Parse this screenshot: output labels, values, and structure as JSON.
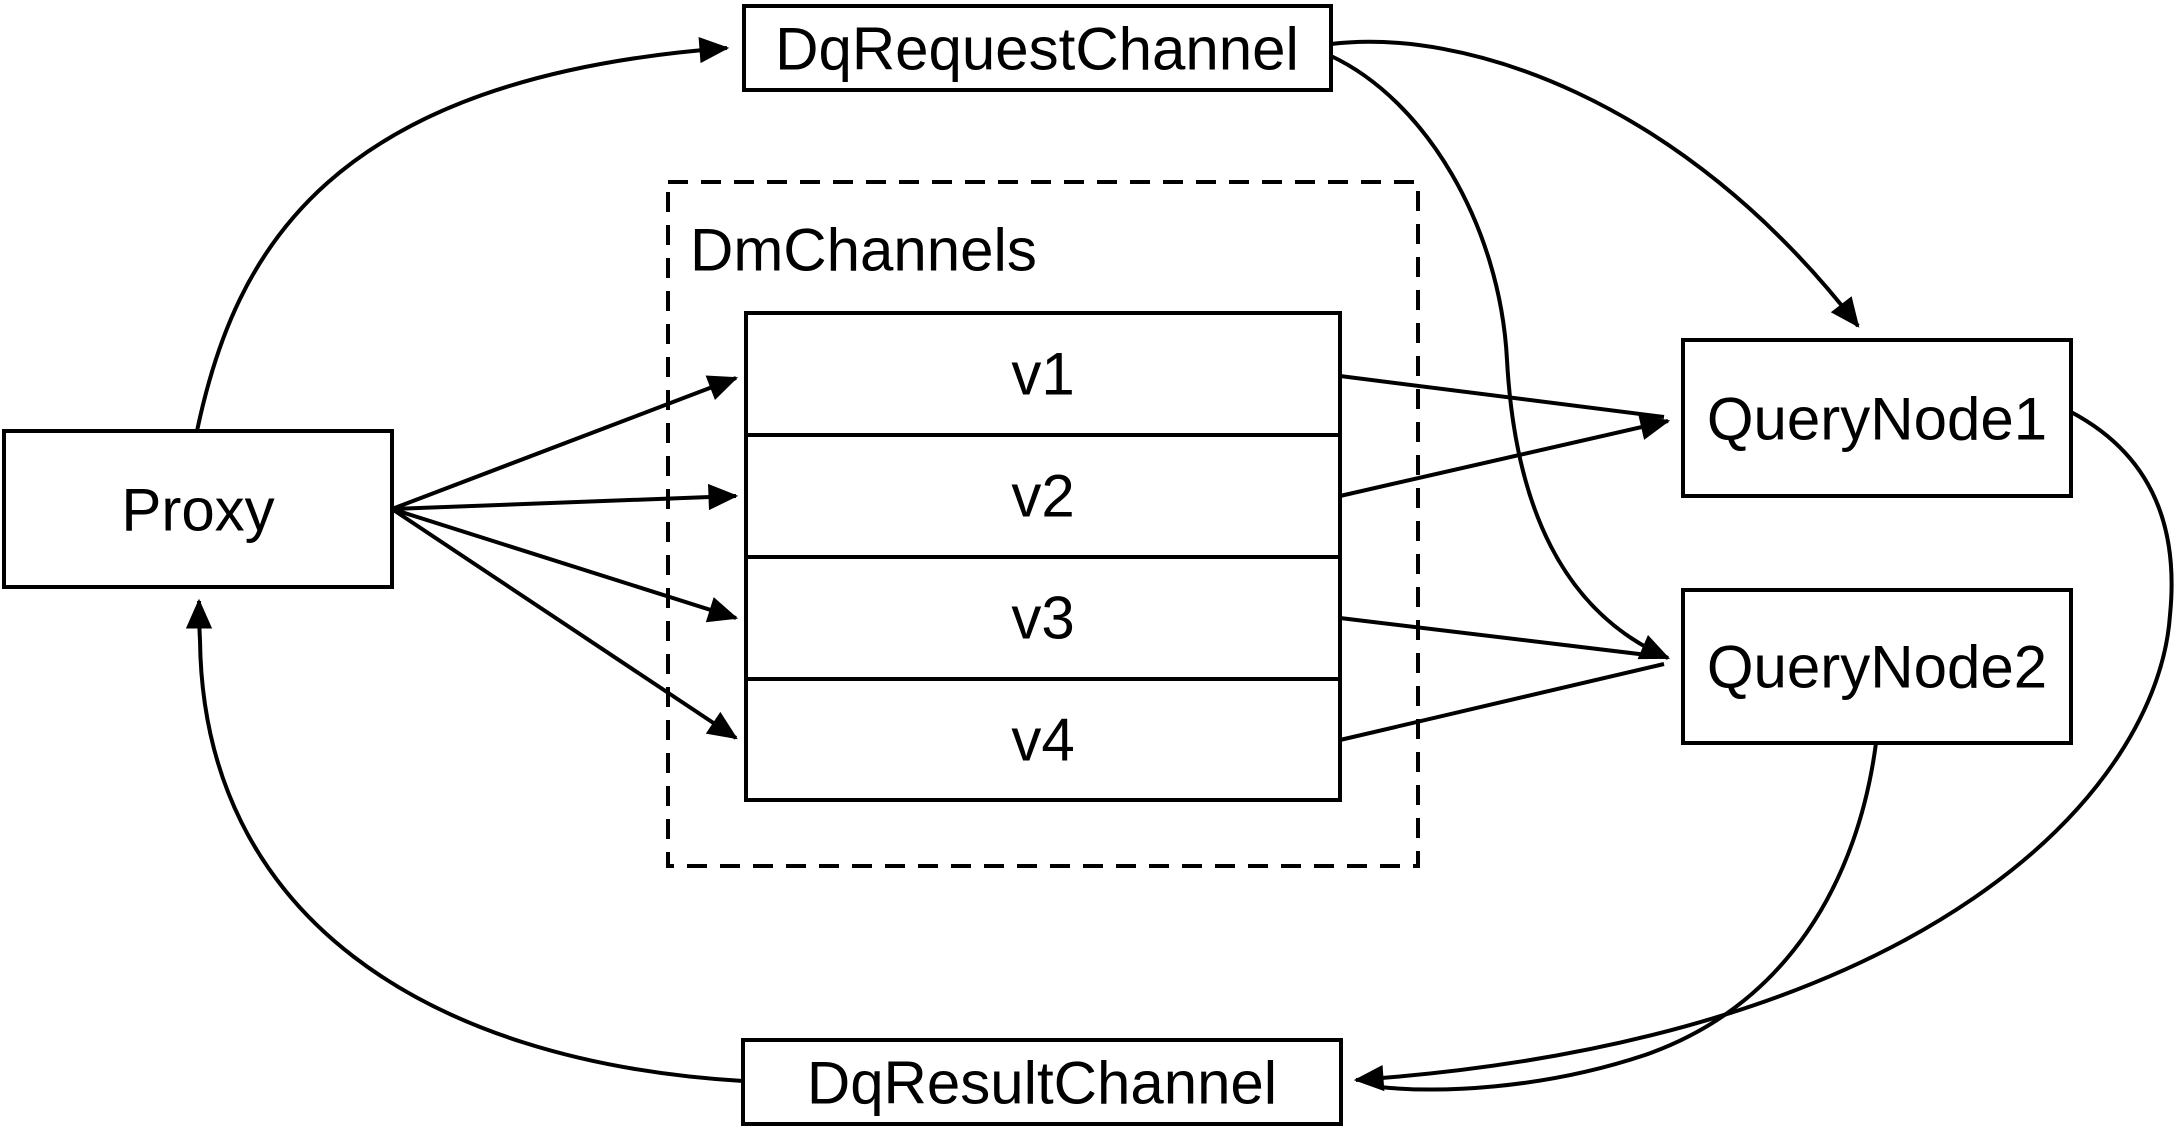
{
  "diagram": {
    "colors": {
      "stroke": "#000000",
      "background": "#ffffff",
      "node_fill": "#ffffff"
    },
    "nodes": {
      "proxy": {
        "label": "Proxy"
      },
      "dq_request_channel": {
        "label": "DqRequestChannel"
      },
      "dm_channels": {
        "label": "DmChannels",
        "channels": [
          {
            "label": "v1"
          },
          {
            "label": "v2"
          },
          {
            "label": "v3"
          },
          {
            "label": "v4"
          }
        ]
      },
      "query_node_1": {
        "label": "QueryNode1"
      },
      "query_node_2": {
        "label": "QueryNode2"
      },
      "dq_result_channel": {
        "label": "DqResultChannel"
      }
    },
    "edges": [
      {
        "from": "Proxy",
        "to": "DqRequestChannel",
        "style": "curved",
        "arrow": true
      },
      {
        "from": "Proxy",
        "to": "v1",
        "style": "straight",
        "arrow": true
      },
      {
        "from": "Proxy",
        "to": "v2",
        "style": "straight",
        "arrow": true
      },
      {
        "from": "Proxy",
        "to": "v3",
        "style": "straight",
        "arrow": true
      },
      {
        "from": "Proxy",
        "to": "v4",
        "style": "straight",
        "arrow": true
      },
      {
        "from": "DqRequestChannel",
        "to": "QueryNode1",
        "style": "curved",
        "arrow": true
      },
      {
        "from": "DqRequestChannel",
        "to": "QueryNode2",
        "style": "curved",
        "arrow": true
      },
      {
        "from": "v1",
        "to": "QueryNode1",
        "style": "straight",
        "arrow": true
      },
      {
        "from": "v2",
        "to": "QueryNode1",
        "style": "straight",
        "arrow": true
      },
      {
        "from": "v3",
        "to": "QueryNode2",
        "style": "straight",
        "arrow": true
      },
      {
        "from": "v4",
        "to": "QueryNode2",
        "style": "straight",
        "arrow": true
      },
      {
        "from": "QueryNode1",
        "to": "DqResultChannel",
        "style": "curved",
        "arrow": true
      },
      {
        "from": "QueryNode2",
        "to": "DqResultChannel",
        "style": "curved",
        "arrow": true
      },
      {
        "from": "DqResultChannel",
        "to": "Proxy",
        "style": "curved",
        "arrow": true
      }
    ]
  }
}
